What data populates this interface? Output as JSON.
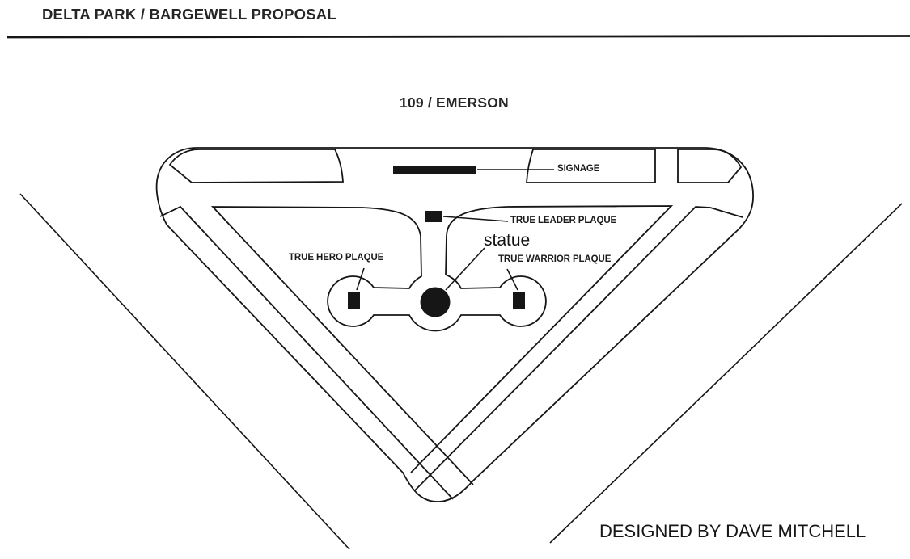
{
  "header": {
    "title": "DELTA PARK / BARGEWELL PROPOSAL"
  },
  "plan": {
    "street_label": "109 / EMERSON",
    "annotations": {
      "signage": "SIGNAGE",
      "leader_plaque": "TRUE LEADER PLAQUE",
      "statue": "statue",
      "hero_plaque": "TRUE HERO PLAQUE",
      "warrior_plaque": "TRUE WARRIOR PLAQUE"
    }
  },
  "credit": {
    "text": "DESIGNED BY DAVE MITCHELL"
  },
  "colors": {
    "ink": "#161616",
    "text": "#1d1d1d",
    "background": "#ffffff"
  }
}
